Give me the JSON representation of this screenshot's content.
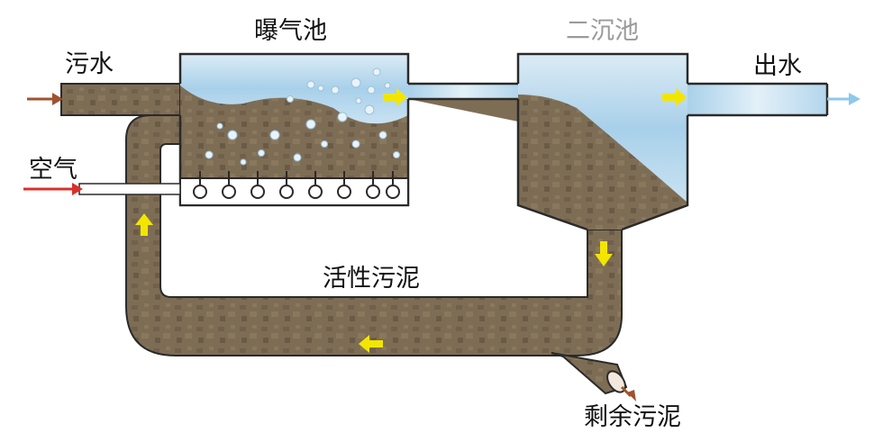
{
  "labels": {
    "aeration_tank": "曝气池",
    "secondary_clarifier": "二沉池",
    "sewage_inlet": "污水",
    "water_outlet": "出水",
    "air_inlet": "空气",
    "activated_sludge": "活性污泥",
    "excess_sludge": "剩余污泥"
  },
  "colors": {
    "sludge": "#7e6d55",
    "sludge_dark": "#5e4f3c",
    "water": "#b9d9ec",
    "water_deep": "#8fc2e0",
    "outline": "#2a2a2a",
    "flow_arrow": "#f2e600",
    "inlet_arrow": "#a0522d",
    "air_arrow": "#d9302b",
    "outlet_arrow": "#8ec8ea"
  },
  "icons": [
    "flow-arrow-icon",
    "inlet-arrow-icon",
    "air-arrow-icon",
    "outlet-arrow-icon",
    "diffuser-icon",
    "bubble-icon"
  ]
}
